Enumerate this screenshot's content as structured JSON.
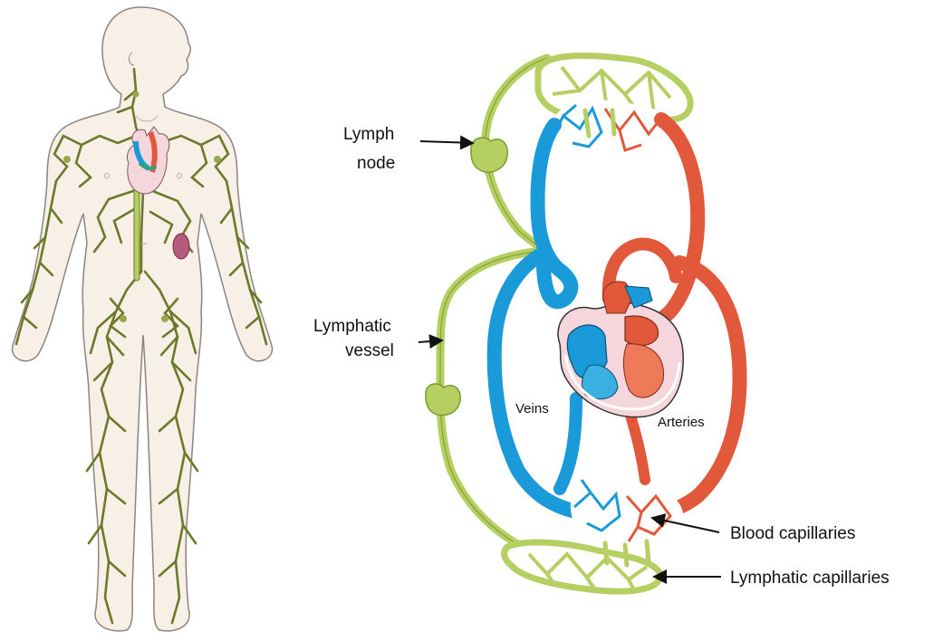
{
  "labels": {
    "lymph_node_line1": "Lymph",
    "lymph_node_line2": "node",
    "lymphatic_vessel_line1": "Lymphatic",
    "lymphatic_vessel_line2": "vessel",
    "veins": "Veins",
    "arteries": "Arteries",
    "blood_capillaries": "Blood capillaries",
    "lymphatic_capillaries": "Lymphatic capillaries"
  },
  "colors": {
    "lymph": "#b5cf63",
    "lymph_dark": "#6b7a2a",
    "vein": "#1a9ad8",
    "artery": "#e2583a",
    "skin": "#f8efe7",
    "skin_outline": "#8a8580",
    "heart_pink": "#f4d6dc"
  }
}
